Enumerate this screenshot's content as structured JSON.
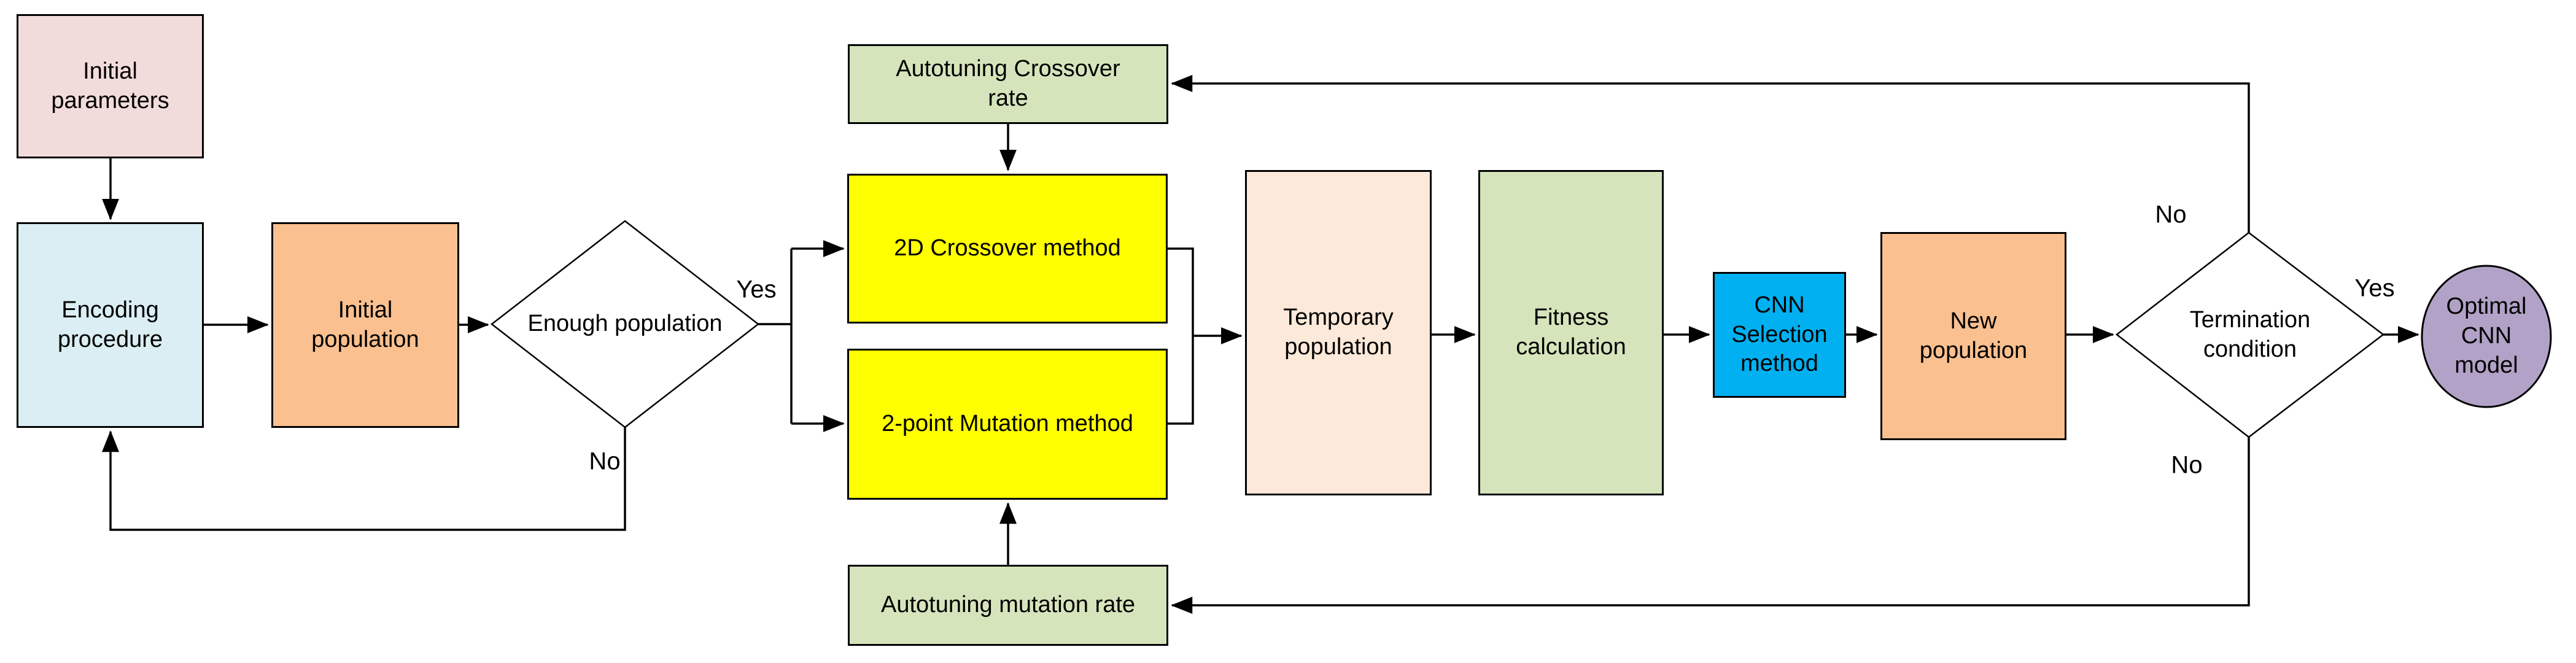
{
  "nodes": {
    "initial_parameters": "Initial parameters",
    "encoding_procedure": "Encoding procedure",
    "initial_population": "Initial population",
    "enough_population": "Enough population",
    "autotuning_crossover": "Autotuning Crossover rate",
    "crossover_method": "2D Crossover method",
    "mutation_method": "2-point Mutation method",
    "autotuning_mutation": "Autotuning mutation rate",
    "temporary_population": "Temporary population",
    "fitness_calculation": "Fitness calculation",
    "cnn_selection": "CNN Selection method",
    "new_population": "New population",
    "termination_condition": "Termination condition",
    "optimal_model": "Optimal CNN model"
  },
  "labels": {
    "yes_enough": "Yes",
    "no_enough": "No",
    "yes_termination": "Yes",
    "no_termination_top": "No",
    "no_termination_bottom": "No"
  },
  "colors": {
    "initial_parameters": "#f2dcdb",
    "encoding_procedure": "#daeef3",
    "population_orange": "#fac090",
    "operator_yellow": "#ffff00",
    "autotune_green": "#d6e4bc",
    "temporary_peach": "#fde9d9",
    "selection_blue": "#00b0f0",
    "optimal_purple": "#b2a2c7",
    "line_black": "#000000"
  }
}
